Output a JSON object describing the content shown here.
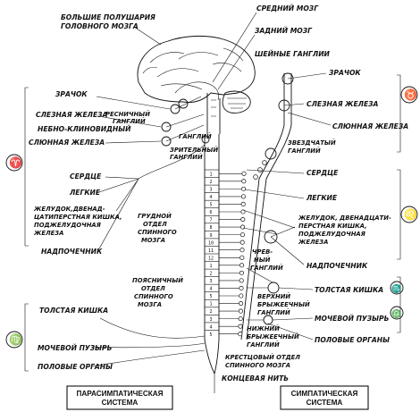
{
  "title_top": [
    "БОЛЬШИЕ ПОЛУШАРИЯ",
    "ГОЛОВНОГО МОЗГА"
  ],
  "brain": {
    "midbrain": "СРЕДНИЙ МОЗГ",
    "hindbrain": "ЗАДНИЙ МОЗГ",
    "cervical_ganglia": "ШЕЙНЫЕ ГАНГЛИИ"
  },
  "para_left": {
    "pupil": "ЗРАЧОК",
    "lacrimal": "СЛЕЗНАЯ ЖЕЛЕЗА",
    "ciliary_ganglion": [
      "РЕСНИЧНЫЙ",
      "ГАНГЛИЙ"
    ],
    "pterygo": "НЕБНО-КЛИНОВИДНЫЙ",
    "ganglion": "ГАНГЛИЙ",
    "salivary": "СЛЮННАЯ ЖЕЛЕЗА",
    "otic": [
      "ЗРИТЕЛЬНЫЙ",
      "ГАНГЛИЙ"
    ],
    "heart": "СЕРДЦЕ",
    "lungs": "ЛЕГКИЕ",
    "stomach": [
      "ЖЕЛУДОК,ДВЕНАД-",
      "ЦАТИПЕРСТНАЯ КИШКА,",
      "ПОДЖЕЛУДОЧНАЯ",
      "ЖЕЛЕЗА"
    ],
    "adrenal": "НАДПОЧЕЧНИК",
    "thoracic": [
      "ГРУДНОЙ",
      "ОТДЕЛ",
      "СПИННОГО",
      "МОЗГА"
    ],
    "lumbar": [
      "ПОЯСНИЧНЫЙ",
      "ОТДЕЛ",
      "СПИННОГО",
      "МОЗГА"
    ],
    "colon": "ТОЛСТАЯ КИШКА",
    "bladder": "МОЧЕВОЙ ПУЗЫРЬ",
    "genitals": "ПОЛОВЫЕ ОРГАНЫ"
  },
  "symp_right": {
    "pupil": "ЗРАЧОК",
    "lacrimal": "СЛЕЗНАЯ ЖЕЛЕЗА",
    "salivary": "СЛЮННАЯ ЖЕЛЕЗА",
    "stellate": [
      "ЗВЕЗДЧАТЫЙ",
      "ГАНГЛИЙ"
    ],
    "heart": "СЕРДЦЕ",
    "lungs": "ЛЕГКИЕ",
    "stomach": [
      "ЖЕЛУДОК, ДВЕНАДЦАТИ-",
      "ПЕРСТНАЯ КИШКА,",
      "ПОДЖЕЛУДОЧНАЯ",
      "ЖЕЛЕЗА"
    ],
    "celiac": [
      "ЧРЕВ-",
      "НЫЙ",
      "ГАНГЛИЙ"
    ],
    "adrenal": "НАДПОЧЕЧНИК",
    "colon": "ТОЛСТАЯ КИШКА",
    "sup_mesenteric": [
      "ВЕРХНИЙ",
      "БРЫЖЕЕЧНЫЙ",
      "ГАНГЛИЙ"
    ],
    "bladder": "МОЧЕВОЙ ПУЗЫРЬ",
    "inf_mesenteric": [
      "НИЖНИЙ",
      "БРЫЖЕЕЧНЫЙ",
      "ГАНГЛИЙ"
    ],
    "genitals": "ПОЛОВЫЕ ОРГАНЫ"
  },
  "sacral": [
    "КРЕСТЦОВЫЙ ОТДЕЛ",
    "СПИННОГО МОЗГА"
  ],
  "terminal": "КОНЦЕВАЯ НИТЬ",
  "segment_labels": [
    "1",
    "2",
    "3",
    "4",
    "5",
    "6",
    "7",
    "8",
    "9",
    "10",
    "11",
    "12",
    "1",
    "2",
    "3",
    "4",
    "5",
    "1",
    "2",
    "3",
    "4",
    "5"
  ],
  "legend_left": [
    "ПАРАСИМПАТИЧЕСКАЯ",
    "СИСТЕМА"
  ],
  "legend_right": [
    "СИМПАТИЧЕСКАЯ",
    "СИСТЕМА"
  ],
  "zodiac": {
    "left_top": "♈",
    "left_bottom": "♍",
    "right_top": "♉",
    "right_mid": "♌",
    "right_low1": "♏",
    "right_low2": "♎"
  }
}
